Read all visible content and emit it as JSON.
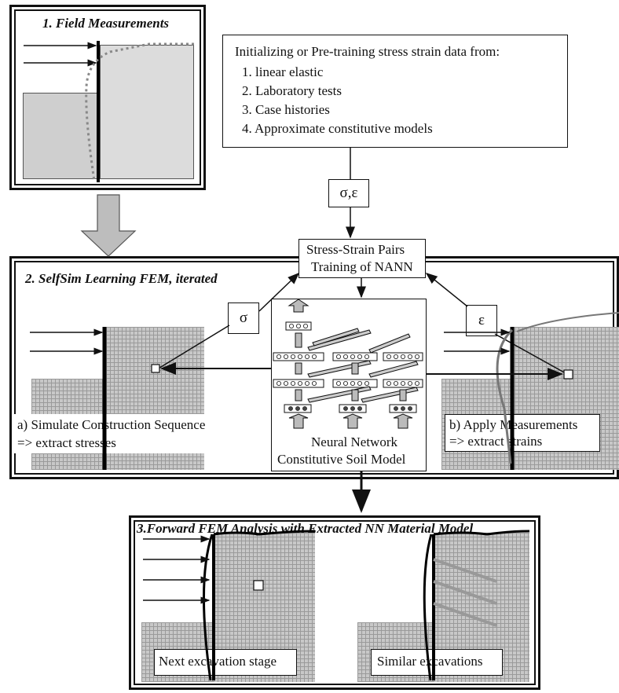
{
  "field_measurements": {
    "title": "1. Field Measurements"
  },
  "init_box": {
    "heading": "Initializing or Pre-training stress strain data from:",
    "items": [
      "1.  linear elastic",
      "2.  Laboratory tests",
      "3.  Case histories",
      "4.  Approximate constitutive models"
    ]
  },
  "sigma_eps_label": "σ,ε",
  "pairs_box": {
    "line1": "Stress-Strain Pairs",
    "line2": "Training of NANN"
  },
  "selfsim": {
    "title": "2. SelfSim Learning FEM, iterated",
    "sigma_label": "σ",
    "eps_label": "ε",
    "left_caption_1": "a) Simulate Construction Sequence",
    "left_caption_2": "=> extract stresses",
    "right_caption_1": "b) Apply Measurements",
    "right_caption_2": "=> extract strains",
    "nn_caption_1": "Neural Network",
    "nn_caption_2": "Constitutive Soil Model"
  },
  "forward": {
    "title": "3.Forward FEM Analysis with Extracted NN Material Model",
    "left_label": "Next excavation stage",
    "right_label": "Similar excavations"
  }
}
